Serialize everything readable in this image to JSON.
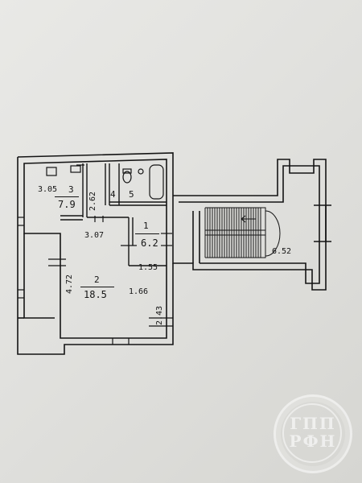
{
  "plan": {
    "rooms": [
      {
        "number": "3",
        "area": "7.9"
      },
      {
        "number": "4",
        "area": ""
      },
      {
        "number": "5",
        "area": ""
      },
      {
        "number": "1",
        "area": "6.2"
      },
      {
        "number": "2",
        "area": "18.5"
      }
    ],
    "dimensions": {
      "d_3_05": "3.05",
      "d_2_62": "2.62",
      "d_3_07": "3.07",
      "d_4_72": "4.72",
      "d_1_55": "1.55",
      "d_1_66": "1.66",
      "d_2_43": "2.43",
      "d_6_52": "6.52"
    }
  },
  "watermark": {
    "line1": "ГПП",
    "line2": "РФН"
  }
}
